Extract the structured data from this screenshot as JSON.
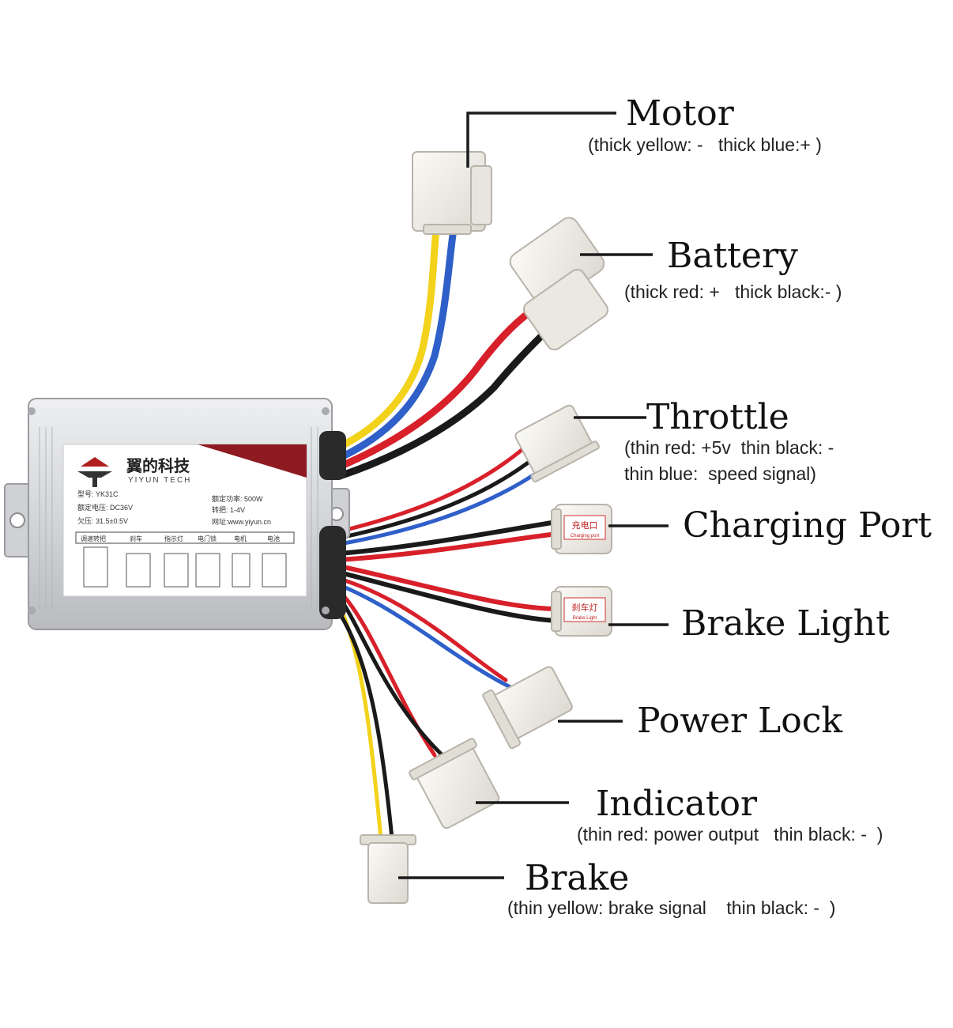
{
  "controller": {
    "brand_cn": "翼的科技",
    "brand_en": "YIYUN TECH",
    "model": "型号: YK31C",
    "voltage": "额定电压: DC36V",
    "undervoltage": "欠压: 31.5±0.5V",
    "power": "额定功率: 500W",
    "throttle_range": "转把: 1-4V",
    "website": "网址:www.yiyun.cn",
    "pin_headers": [
      "调速转把",
      "刹车",
      "指示灯",
      "电门锁",
      "电机",
      "电池"
    ],
    "plug_tag_charging_cn": "充电口",
    "plug_tag_charging_en": "Charging port",
    "plug_tag_brake_cn": "刹车灯",
    "plug_tag_brake_en": "Brake Light"
  },
  "labels": {
    "motor": {
      "title": "Motor",
      "desc": "(thick yellow: -   thick blue:+ )"
    },
    "battery": {
      "title": "Battery",
      "desc": "(thick red: +   thick black:- )"
    },
    "throttle": {
      "title": "Throttle",
      "desc": "(thin red: +5v  thin black: -",
      "desc2": "thin blue:  speed signal)"
    },
    "charging": {
      "title": "Charging Port"
    },
    "brake_light": {
      "title": "Brake Light"
    },
    "power_lock": {
      "title": "Power Lock"
    },
    "indicator": {
      "title": "Indicator",
      "desc": "(thin red: power output   thin black: -  )"
    },
    "brake": {
      "title": "Brake",
      "desc": "(thin yellow: brake signal    thin black: -  )"
    }
  },
  "colors": {
    "yellow": "#f2d21b",
    "blue": "#2f5fc8",
    "red": "#d8202a",
    "black": "#1a1a1a",
    "connector": "#f1efe9",
    "casing": "#d9dadc"
  }
}
